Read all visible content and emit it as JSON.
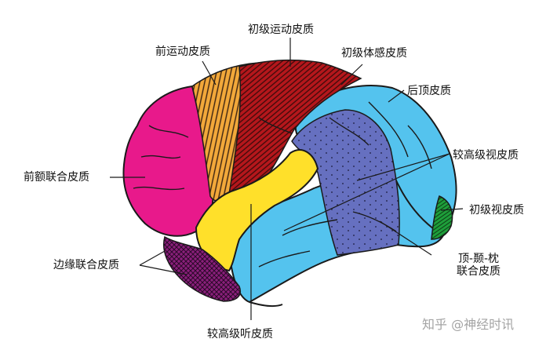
{
  "labels": {
    "primary_motor": "初级运动皮质",
    "premotor": "前运动皮质",
    "primary_somatosensory": "初级体感皮质",
    "posterior_parietal": "后顶皮质",
    "higher_visual": "较高级视皮质",
    "prefrontal_association": "前额联合皮质",
    "primary_visual": "初级视皮质",
    "limbic_association": "边缘联合皮质",
    "parieto_temporo_occipital_line1": "顶-颞-枕",
    "parieto_temporo_occipital_line2": "联合皮质",
    "higher_auditory": "较高级听皮质"
  },
  "watermark": "知乎 @神经时讯",
  "colors": {
    "prefrontal": "#e8198b",
    "premotor": "#f2a83a",
    "motor": "#b5171c",
    "parietal": "#54c3ee",
    "visual_higher": "#6670c0",
    "auditory": "#ffe02a",
    "limbic": "#8a1f7b",
    "primary_visual": "#1e9e3a",
    "outline": "#1a1a1a"
  }
}
